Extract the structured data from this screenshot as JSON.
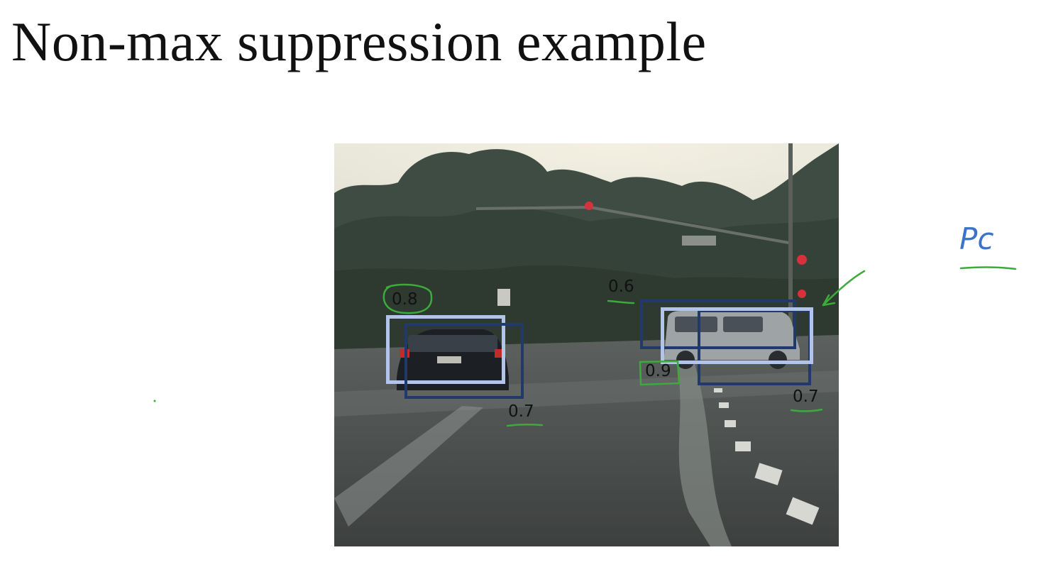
{
  "slide": {
    "title": "Non-max suppression example"
  },
  "detections": [
    {
      "score": "0.8",
      "box": "light",
      "object": "car-left",
      "circled": true
    },
    {
      "score": "0.7",
      "box": "dark",
      "object": "car-left",
      "circled": false
    },
    {
      "score": "0.6",
      "box": "dark",
      "object": "car-right",
      "circled": false
    },
    {
      "score": "0.9",
      "box": "light",
      "object": "car-right",
      "circled": true
    },
    {
      "score": "0.7",
      "box": "dark",
      "object": "car-right",
      "circled": false
    }
  ],
  "annotation": {
    "label": "Pc",
    "ink_color": "#3cab3c",
    "pc_color": "#3b73c9"
  },
  "colors": {
    "highlighted_box": "#b3c4ea",
    "suppressed_box": "#223a6b"
  }
}
